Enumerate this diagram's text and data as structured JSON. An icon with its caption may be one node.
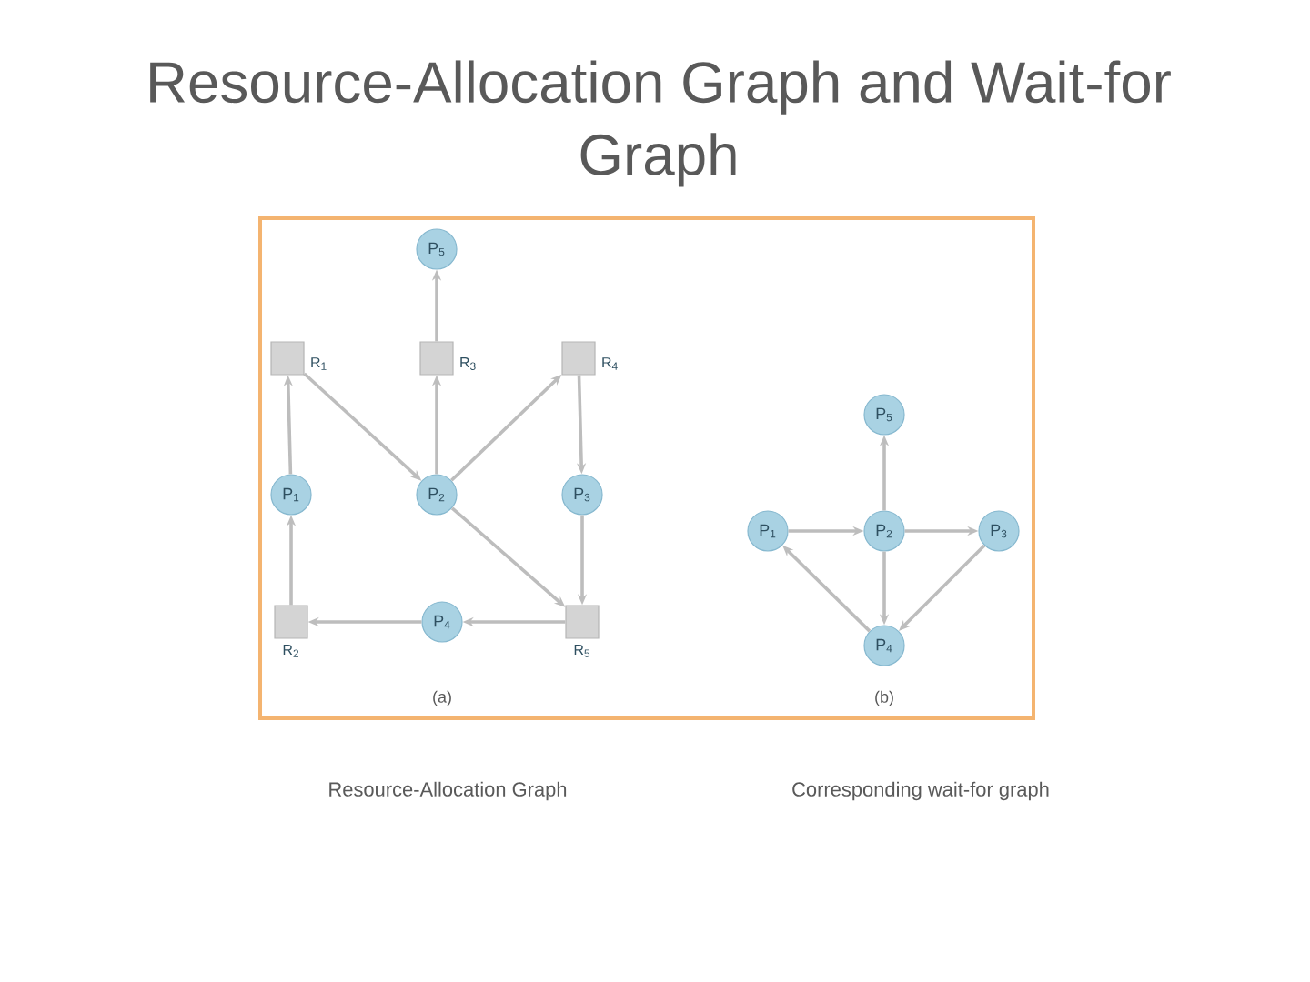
{
  "diagram": {
    "title": "Resource-Allocation Graph and Wait-for Graph",
    "nodes": [
      {
        "text": [
          "P$_{5}$"
        ]
      },
      {
        "text": [],
        "shape": "box",
        "beside": [
          "R$_{1}$"
        ]
      },
      {
        "text": [],
        "shape": "box",
        "beside": [
          "R$_{3}$"
        ]
      },
      {
        "text": [],
        "shape": "box",
        "beside": [
          "R$_{4}$"
        ]
      },
      {
        "text": [
          "P$_{1}$"
        ]
      },
      {
        "text": [
          "P$_{2}$"
        ]
      },
      {
        "text": [
          "P$_{3}$"
        ]
      },
      {
        "text": [],
        "shape": "box",
        "beside": [
          "R$_{2}$"
        ]
      },
      {
        "text": [
          "P$_{4}$"
        ]
      },
      {
        "text": [],
        "shape": "box",
        "beside": [
          "R$_{5}$"
        ]
      },
      {
        "text": [
          "P$_{5}$"
        ]
      },
      {
        "text": [
          "P$_{1}$"
        ]
      },
      {
        "text": [
          "P$_{2}$"
        ]
      },
      {
        "text": [
          "P$_{3}$"
        ]
      },
      {
        "text": [
          "P$_{4}$"
        ]
      }
    ],
    "edges": [
      {
        "from": 4,
        "to": 1,
        "arrow": "to"
      },
      {
        "from": 1,
        "to": 5,
        "arrow": "to"
      },
      {
        "from": 5,
        "to": 2,
        "arrow": "to"
      },
      {
        "from": 2,
        "to": 0,
        "arrow": "to"
      },
      {
        "from": 5,
        "to": 3,
        "arrow": "to"
      },
      {
        "from": 3,
        "to": 6,
        "arrow": "to"
      },
      {
        "from": 5,
        "to": 9,
        "arrow": "to"
      },
      {
        "from": 6,
        "to": 9,
        "arrow": "to"
      },
      {
        "from": 9,
        "to": 8,
        "arrow": "to"
      },
      {
        "from": 8,
        "to": 7,
        "arrow": "to"
      },
      {
        "from": 7,
        "to": 4,
        "arrow": "to"
      },
      {
        "from": 11,
        "to": 12,
        "arrow": "to"
      },
      {
        "from": 12,
        "to": 10,
        "arrow": "to"
      },
      {
        "from": 12,
        "to": 13,
        "arrow": "to"
      },
      {
        "from": 12,
        "to": 14,
        "arrow": "to"
      },
      {
        "from": 13,
        "to": 14,
        "arrow": "to"
      },
      {
        "from": 14,
        "to": 11,
        "arrow": "to"
      }
    ],
    "labels": [
      "(a)",
      "(b)",
      "Resource-Allocation Graph",
      "Corresponding wait-for graph"
    ]
  }
}
